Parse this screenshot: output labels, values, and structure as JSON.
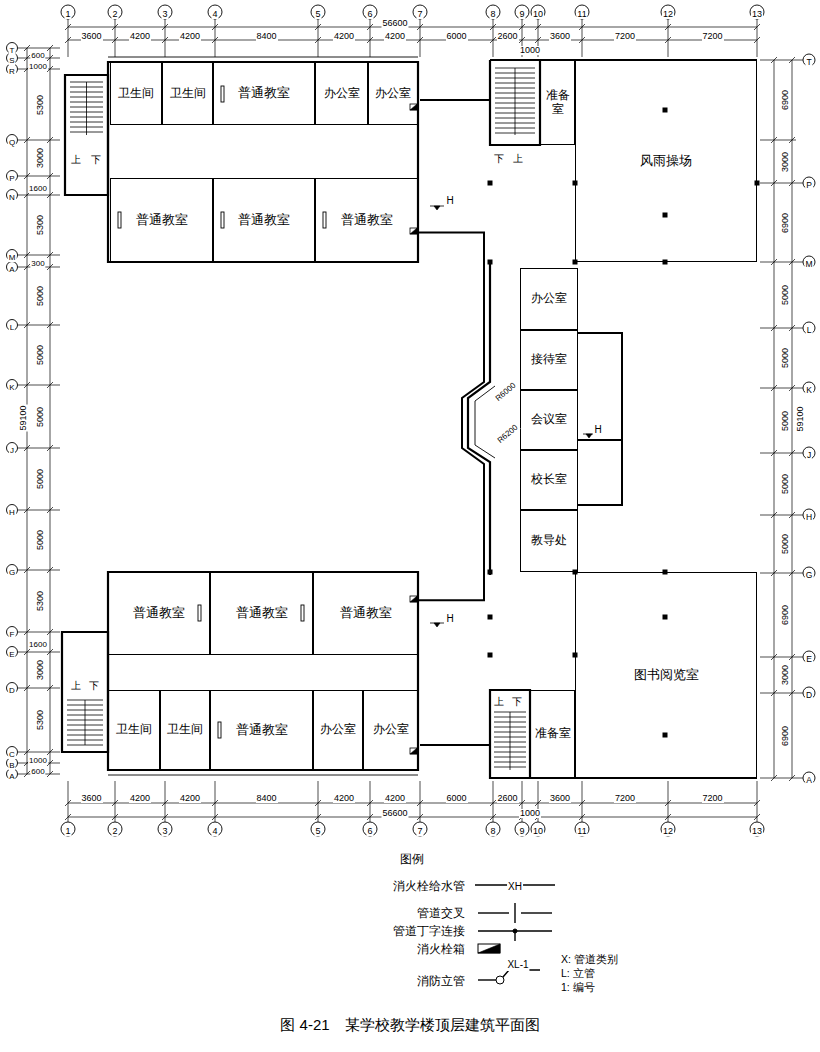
{
  "diagram": {
    "caption": "图 4-21　某学校教学楼顶层建筑平面图",
    "nodes": [
      {
        "text": [
          "卫生间"
        ]
      },
      {
        "text": [
          "卫生间"
        ]
      },
      {
        "text": [
          "普通教室"
        ]
      },
      {
        "text": [
          "办公室"
        ]
      },
      {
        "text": [
          "办公室"
        ]
      },
      {
        "text": [
          "准备室"
        ]
      },
      {
        "text": [
          "风雨操场"
        ]
      },
      {
        "text": [
          "普通教室"
        ]
      },
      {
        "text": [
          "普通教室"
        ]
      },
      {
        "text": [
          "普通教室"
        ]
      },
      {
        "text": [
          "办公室"
        ]
      },
      {
        "text": [
          "接待室"
        ]
      },
      {
        "text": [
          "会议室"
        ]
      },
      {
        "text": [
          "校长室"
        ]
      },
      {
        "text": [
          "教导处"
        ]
      },
      {
        "text": [
          "普通教室"
        ]
      },
      {
        "text": [
          "普通教室"
        ]
      },
      {
        "text": [
          "普通教室"
        ]
      },
      {
        "text": [
          "图书阅览室"
        ]
      },
      {
        "text": [
          "卫生间"
        ]
      },
      {
        "text": [
          "卫生间"
        ]
      },
      {
        "text": [
          "普通教室"
        ]
      },
      {
        "text": [
          "办公室"
        ]
      },
      {
        "text": [
          "办公室"
        ]
      },
      {
        "text": [
          "准备室"
        ]
      }
    ],
    "edges": [
      {
        "from": 9,
        "to": 17,
        "arrow": "none"
      }
    ],
    "labels": [
      "1",
      "2",
      "3",
      "4",
      "5",
      "6",
      "7",
      "8",
      "9",
      "10",
      "11",
      "12",
      "13",
      "56600",
      "3600",
      "4200",
      "4200",
      "8400",
      "4200",
      "4200",
      "6000",
      "2600",
      "1000",
      "3600",
      "7200",
      "7200",
      "T",
      "S",
      "R",
      "Q",
      "P",
      "N",
      "M",
      "A",
      "L",
      "K",
      "J",
      "H",
      "G",
      "F",
      "E",
      "D",
      "C",
      "B",
      "A",
      "600",
      "1000",
      "5300",
      "3000",
      "1600",
      "5300",
      "300",
      "5000",
      "5000",
      "5000",
      "5000",
      "5000",
      "5300",
      "1600",
      "3000",
      "5300",
      "1000",
      "600",
      "59100",
      "T",
      "P",
      "M",
      "L",
      "K",
      "J",
      "H",
      "G",
      "E",
      "D",
      "A",
      "6900",
      "3000",
      "6900",
      "5000",
      "5000",
      "5000",
      "5000",
      "5000",
      "6900",
      "3000",
      "6900",
      "59100",
      "3600",
      "4200",
      "4200",
      "8400",
      "4200",
      "4200",
      "6000",
      "2600",
      "1000",
      "3600",
      "7200",
      "7200",
      "56600",
      "1",
      "2",
      "3",
      "4",
      "5",
      "6",
      "7",
      "8",
      "9",
      "10",
      "11",
      "12",
      "13",
      "上",
      "下",
      "下",
      "上",
      "H",
      "R6000",
      "R6200",
      "H",
      "H",
      "上",
      "下",
      "上",
      "下",
      "图例",
      "XH",
      "XL-1",
      "X: 管道类别",
      "L: 立管",
      "1: 编号"
    ],
    "legend": [
      {
        "text": "消火栓给水管"
      },
      {
        "text": "管道交叉"
      },
      {
        "text": "管道丁字连接"
      },
      {
        "text": "消火栓箱"
      },
      {
        "text": "消防立管"
      }
    ]
  }
}
